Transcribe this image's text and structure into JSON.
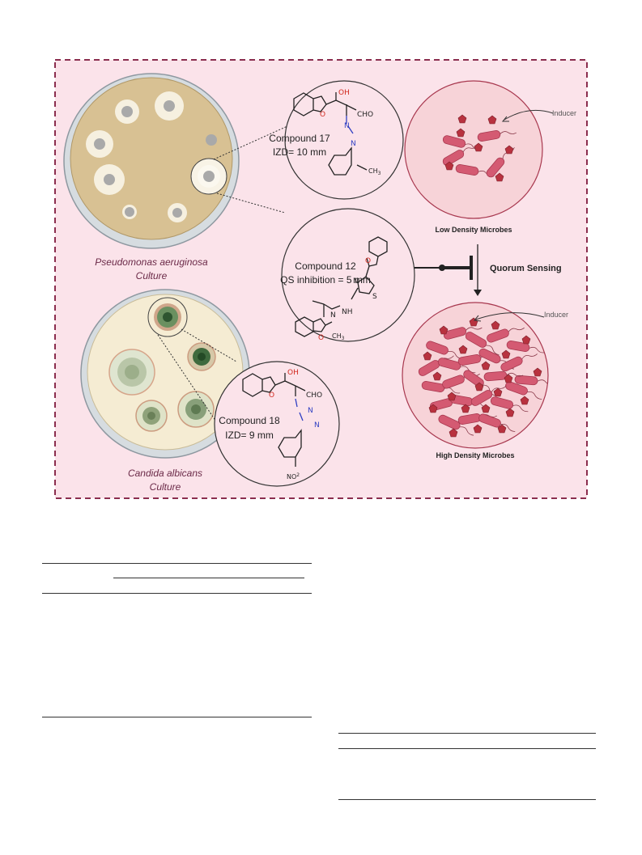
{
  "colors": {
    "background": "#fbe3ea",
    "frame": "#8b2d4e",
    "agar_pseudomonas": "#d8c193",
    "agar_candida": "#f5ecd3",
    "bacteria": "#d45a72",
    "inducer": "#b8323f",
    "circle_fill": "#f7d3d8",
    "text_caption": "#6b2a48",
    "oxygen": "#d22a20",
    "nitrogen": "#2f3fc2"
  },
  "labels": {
    "pseudomonas_line1": "Pseudomonas aeruginosa",
    "pseudomonas_line2": "Culture",
    "candida_line1": "Candida albicans",
    "candida_line2": "Culture",
    "low_density": "Low Density Microbes",
    "high_density": "High Density Microbes",
    "inducer_top": "Inducer",
    "inducer_bottom": "Inducer",
    "quorum_sensing": "Quorum Sensing"
  },
  "compounds": {
    "c17": {
      "name": "Compound 17",
      "activity": "IZD= 10 mm"
    },
    "c12": {
      "name": "Compound 12",
      "activity": "QS inhibition = 5 mm"
    },
    "c18": {
      "name": "Compound 18",
      "activity": "IZD= 9 mm"
    }
  },
  "atoms": {
    "oh": "OH",
    "o": "O",
    "cho": "CHO",
    "n": "N",
    "ch3": "CH",
    "sub3": "3",
    "s": "S",
    "nh": "NH",
    "no2": "NO",
    "sup2": "2"
  }
}
